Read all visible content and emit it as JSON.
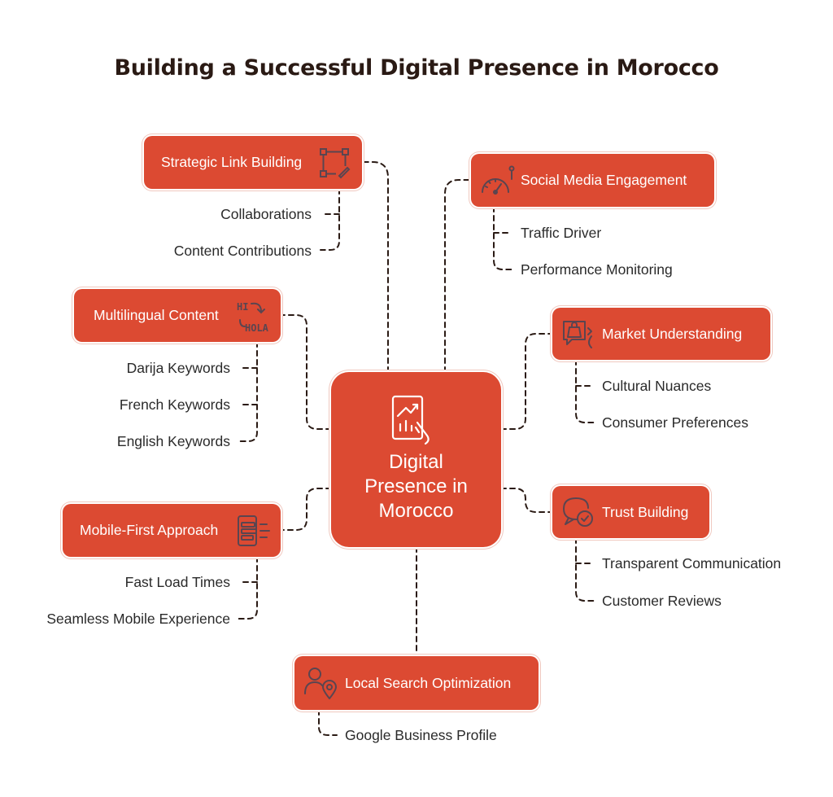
{
  "title": "Building a Successful Digital Presence in Morocco",
  "center": {
    "label": "Digital Presence in Morocco",
    "icon": "tablet-chart-icon"
  },
  "branches": {
    "strategic_link_building": {
      "label": "Strategic Link Building",
      "icon": "link-nodes-icon",
      "items": [
        "Collaborations",
        "Content Contributions"
      ]
    },
    "social_media_engagement": {
      "label": "Social Media Engagement",
      "icon": "gauge-icon",
      "items": [
        "Traffic Driver",
        "Performance Monitoring"
      ]
    },
    "multilingual_content": {
      "label": "Multilingual Content",
      "icon": "translate-icon",
      "icon_text": [
        "HI",
        "HOLA"
      ],
      "items": [
        "Darija Keywords",
        "French Keywords",
        "English Keywords"
      ]
    },
    "market_understanding": {
      "label": "Market Understanding",
      "icon": "shopping-bag-icon",
      "items": [
        "Cultural Nuances",
        "Consumer Preferences"
      ]
    },
    "mobile_first_approach": {
      "label": "Mobile-First Approach",
      "icon": "mobile-speed-icon",
      "items": [
        "Fast Load Times",
        "Seamless Mobile Experience"
      ]
    },
    "trust_building": {
      "label": "Trust Building",
      "icon": "chat-check-icon",
      "items": [
        "Transparent Communication",
        "Customer Reviews"
      ]
    },
    "local_search_optimization": {
      "label": "Local Search Optimization",
      "icon": "person-location-icon",
      "items": [
        "Google Business Profile"
      ]
    }
  },
  "colors": {
    "node_fill": "#dc4a32",
    "node_text": "#ffffff",
    "icon_stroke": "#5a4550",
    "title_text": "#2a1a14",
    "item_text": "#2a2a2a",
    "connector": "#2a1a14"
  }
}
